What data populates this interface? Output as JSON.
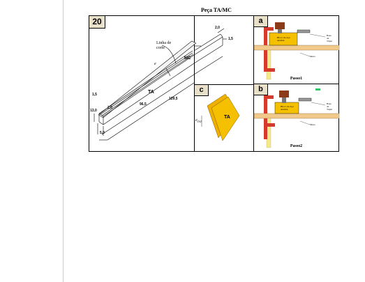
{
  "title": "Peça TA/MC",
  "main": {
    "number": "20",
    "labels": {
      "cut_line": "Linha de\ncorte",
      "e": "e",
      "mc": "MC",
      "ta": "TA",
      "dim_20_top": "2,0",
      "dim_15_right": "1,5",
      "dim_15_left": "1,5",
      "dim_20_left": "2,0",
      "dim_130": "13,0",
      "dim_965": "96,5",
      "dim_1295": "129,5",
      "dim_50": "5,0"
    }
  },
  "panel_a": {
    "letter": "a",
    "block_label": "Bloco de Aço\nauxiliar",
    "side_label": "Base\nda\nTupia",
    "table_label": "Mesa",
    "step": "Passo1"
  },
  "panel_b": {
    "letter": "b",
    "block_label": "Bloco de Aço\nauxiliar",
    "side_label": "Base\nda\nTupia",
    "table_label": "Mesa",
    "step": "Passo2"
  },
  "panel_c": {
    "letter": "c",
    "ta": "TA",
    "e_label": "e",
    "e_sub": "TA1"
  },
  "colors": {
    "badge_bg": "#e9e0ca",
    "wood": "#f1c98a",
    "clamp": "#d63a2a",
    "block": "#f5c000",
    "dowel": "#f5e98a"
  }
}
